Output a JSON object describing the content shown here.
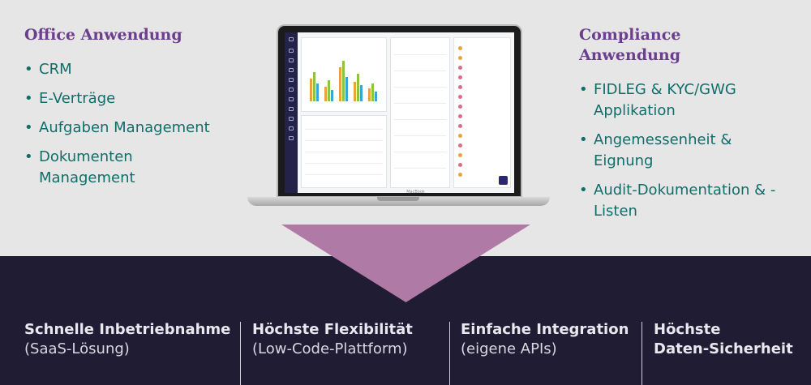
{
  "left": {
    "title": "Office Anwendung",
    "items": [
      "CRM",
      "E-Verträge",
      "Aufgaben Management",
      "Dokumenten Management"
    ]
  },
  "right": {
    "title": "Compliance Anwendung",
    "items": [
      "FIDLEG & KYC/GWG Applikation",
      "Angemessenheit & Eignung",
      "Audit-Dokumentation & -Listen"
    ]
  },
  "laptop": {
    "brand": "MacBook"
  },
  "features": [
    {
      "line1": "Schnelle Inbetriebnahme",
      "line2": "(SaaS-Lösung)"
    },
    {
      "line1": "Höchste Flexibilität",
      "line2": "(Low-Code-Plattform)"
    },
    {
      "line1": "Einfache Integration",
      "line2": "(eigene APIs)"
    },
    {
      "line1": "Höchste",
      "line2": "Daten-Sicherheit"
    }
  ],
  "colors": {
    "title": "#6b3f8c",
    "bullet_text": "#0f6e6a",
    "top_bg": "#e6e6e6",
    "bottom_bg": "#1f1c34",
    "triangle": "#b07aa6"
  }
}
